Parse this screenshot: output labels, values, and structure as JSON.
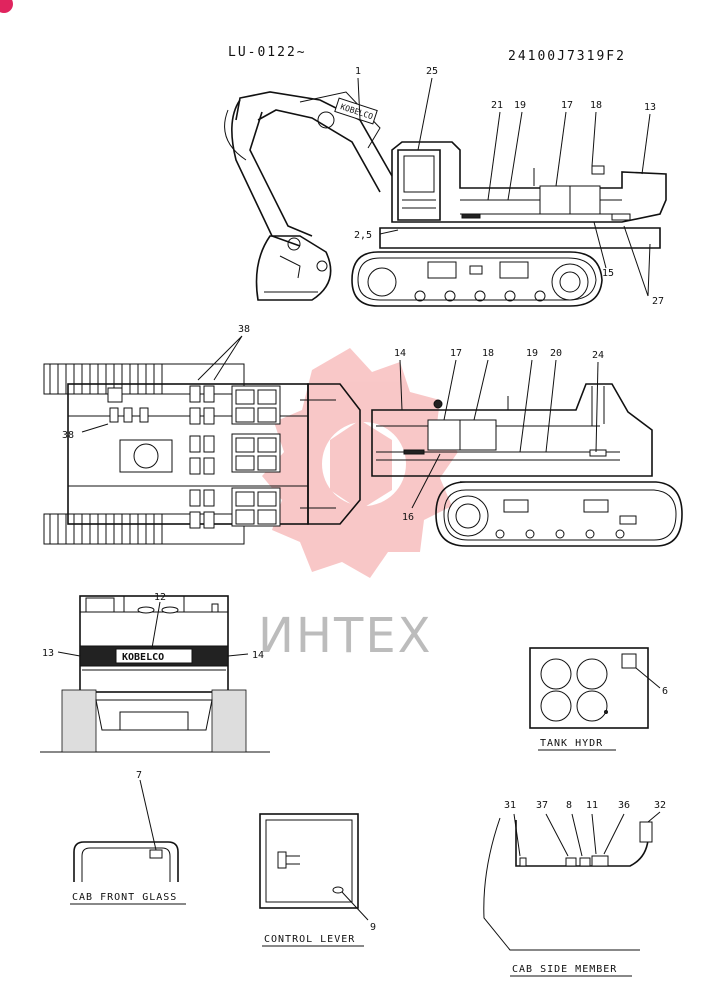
{
  "header": {
    "serial_range": "LU-0122~",
    "part_number": "24100J7319F2"
  },
  "brand": {
    "boom_decal": "KOBELCO",
    "rear_decal": "KOBELCO"
  },
  "watermark": {
    "text": "ИНТЕХ",
    "color": "#e83a3a"
  },
  "side_view_labels": [
    "1",
    "25",
    "21",
    "19",
    "17",
    "18",
    "13",
    "2,5",
    "15",
    "27"
  ],
  "top_view_labels": [
    "38",
    "38"
  ],
  "side_view2_labels": [
    "14",
    "17",
    "18",
    "19",
    "20",
    "24",
    "16"
  ],
  "rear_view_labels": [
    "12",
    "13",
    "14"
  ],
  "tank_hydr": {
    "caption": "TANK HYDR",
    "label": "6"
  },
  "cab_front_glass": {
    "caption": "CAB FRONT GLASS",
    "label": "7"
  },
  "control_lever": {
    "caption": "CONTROL LEVER",
    "label": "9"
  },
  "cab_side_member": {
    "caption": "CAB SIDE MEMBER",
    "labels": [
      "31",
      "37",
      "8",
      "11",
      "36",
      "32"
    ]
  }
}
